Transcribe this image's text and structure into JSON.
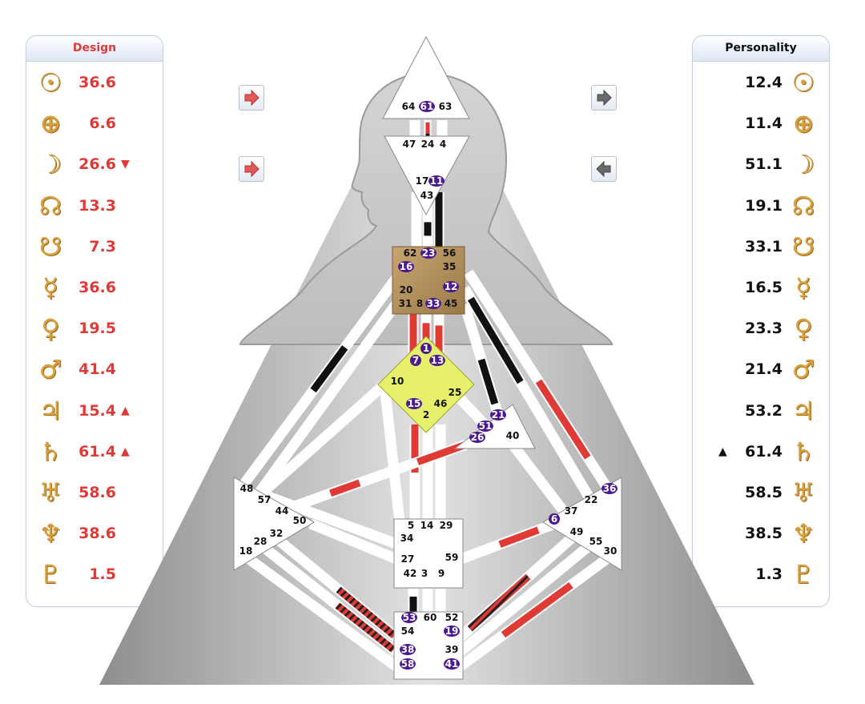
{
  "design": {
    "title": "Design",
    "rows": [
      {
        "icon": "sun-icon",
        "glyph": "☉",
        "value": "36.6",
        "marker": ""
      },
      {
        "icon": "earth-icon",
        "glyph": "⊕",
        "value": "6.6",
        "marker": ""
      },
      {
        "icon": "moon-icon",
        "glyph": "☽",
        "value": "26.6",
        "marker": "▼"
      },
      {
        "icon": "north-node-icon",
        "glyph": "☊",
        "value": "13.3",
        "marker": ""
      },
      {
        "icon": "south-node-icon",
        "glyph": "☋",
        "value": "7.3",
        "marker": ""
      },
      {
        "icon": "mercury-icon",
        "glyph": "☿",
        "value": "36.6",
        "marker": ""
      },
      {
        "icon": "venus-icon",
        "glyph": "♀",
        "value": "19.5",
        "marker": ""
      },
      {
        "icon": "mars-icon",
        "glyph": "♂",
        "value": "41.4",
        "marker": ""
      },
      {
        "icon": "jupiter-icon",
        "glyph": "♃",
        "value": "15.4",
        "marker": "▲"
      },
      {
        "icon": "saturn-icon",
        "glyph": "♄",
        "value": "61.4",
        "marker": "▲"
      },
      {
        "icon": "uranus-icon",
        "glyph": "♅",
        "value": "58.6",
        "marker": ""
      },
      {
        "icon": "neptune-icon",
        "glyph": "♆",
        "value": "38.6",
        "marker": ""
      },
      {
        "icon": "pluto-icon",
        "glyph": "♇",
        "value": "1.5",
        "marker": ""
      }
    ]
  },
  "personality": {
    "title": "Personality",
    "rows": [
      {
        "icon": "sun-icon",
        "glyph": "☉",
        "value": "12.4",
        "marker": ""
      },
      {
        "icon": "earth-icon",
        "glyph": "⊕",
        "value": "11.4",
        "marker": ""
      },
      {
        "icon": "moon-icon",
        "glyph": "☽",
        "value": "51.1",
        "marker": ""
      },
      {
        "icon": "north-node-icon",
        "glyph": "☊",
        "value": "19.1",
        "marker": ""
      },
      {
        "icon": "south-node-icon",
        "glyph": "☋",
        "value": "33.1",
        "marker": ""
      },
      {
        "icon": "mercury-icon",
        "glyph": "☿",
        "value": "16.5",
        "marker": ""
      },
      {
        "icon": "venus-icon",
        "glyph": "♀",
        "value": "23.3",
        "marker": ""
      },
      {
        "icon": "mars-icon",
        "glyph": "♂",
        "value": "21.4",
        "marker": ""
      },
      {
        "icon": "jupiter-icon",
        "glyph": "♃",
        "value": "53.2",
        "marker": ""
      },
      {
        "icon": "saturn-icon",
        "glyph": "♄",
        "value": "61.4",
        "marker": "▲"
      },
      {
        "icon": "uranus-icon",
        "glyph": "♅",
        "value": "58.5",
        "marker": ""
      },
      {
        "icon": "neptune-icon",
        "glyph": "♆",
        "value": "38.5",
        "marker": ""
      },
      {
        "icon": "pluto-icon",
        "glyph": "♇",
        "value": "1.3",
        "marker": ""
      }
    ]
  },
  "colors": {
    "design_red": "#e03a36",
    "personality_black": "#111111",
    "active_gate_purple": "#4b1a8c",
    "glyph_gold": "#d9a040",
    "g_center_yellow": "#e6f06a",
    "throat_brown": "#b3915c"
  },
  "nav_buttons": [
    {
      "name": "design-next-button",
      "icon": "red-arrow-right-icon"
    },
    {
      "name": "design-prev-button",
      "icon": "red-arrow-right-icon"
    },
    {
      "name": "personality-next-button",
      "icon": "gray-arrow-right-icon"
    },
    {
      "name": "personality-prev-button",
      "icon": "gray-arrow-left-icon"
    }
  ],
  "bodygraph": {
    "head": {
      "gates": [
        "64",
        "61",
        "63"
      ],
      "active": [
        "61"
      ]
    },
    "ajna": {
      "gates": [
        "47",
        "24",
        "4",
        "17",
        "11",
        "43"
      ],
      "active": [
        "11"
      ]
    },
    "throat": {
      "gates": [
        "62",
        "23",
        "56",
        "16",
        "35",
        "20",
        "12",
        "31",
        "8",
        "33",
        "45"
      ],
      "active": [
        "23",
        "16",
        "12",
        "33"
      ]
    },
    "g_center": {
      "gates": [
        "1",
        "7",
        "13",
        "10",
        "25",
        "15",
        "46",
        "2"
      ],
      "active": [
        "1",
        "7",
        "13",
        "15"
      ]
    },
    "heart": {
      "gates": [
        "21",
        "51",
        "26",
        "40"
      ],
      "active": [
        "21",
        "51",
        "26"
      ]
    },
    "spleen": {
      "gates": [
        "48",
        "57",
        "44",
        "50",
        "32",
        "28",
        "18"
      ],
      "active": []
    },
    "solar_plexus": {
      "gates": [
        "36",
        "22",
        "37",
        "6",
        "49",
        "55",
        "30"
      ],
      "active": [
        "36",
        "6"
      ]
    },
    "sacral": {
      "gates": [
        "5",
        "14",
        "29",
        "34",
        "27",
        "59",
        "42",
        "3",
        "9"
      ],
      "active": []
    },
    "root": {
      "gates": [
        "53",
        "60",
        "52",
        "54",
        "19",
        "38",
        "39",
        "58",
        "41"
      ],
      "active": [
        "53",
        "19",
        "38",
        "58",
        "41"
      ]
    }
  }
}
